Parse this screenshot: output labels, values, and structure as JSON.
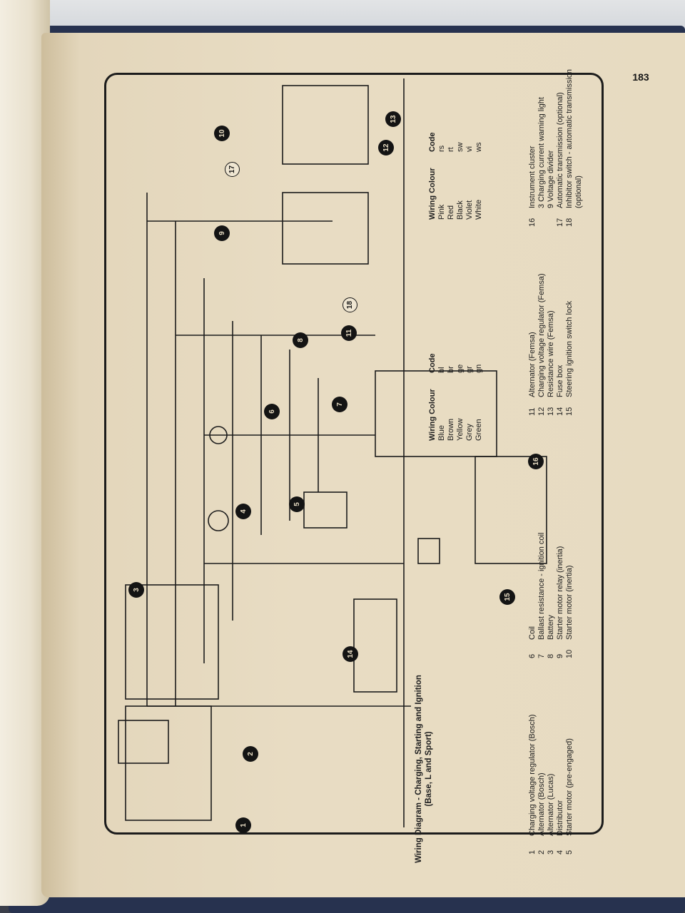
{
  "page": {
    "number": "183"
  },
  "diagram": {
    "title_line1": "Wiring Diagram - Charging, Starting and Ignition",
    "title_line2": "(Base, L and Sport)",
    "component_badges": [
      "1",
      "2",
      "3",
      "4",
      "5",
      "6",
      "7",
      "8",
      "9",
      "10",
      "11",
      "12",
      "13",
      "14",
      "15",
      "16",
      "17",
      "18"
    ]
  },
  "key": [
    {
      "num": "1",
      "label": "Charging voltage regulator (Bosch)"
    },
    {
      "num": "2",
      "label": "Alternator (Bosch)"
    },
    {
      "num": "3",
      "label": "Alternator (Lucas)"
    },
    {
      "num": "4",
      "label": "Distributor"
    },
    {
      "num": "5",
      "label": "Starter motor (pre-engaged)"
    },
    {
      "num": "6",
      "label": "Coil"
    },
    {
      "num": "7",
      "label": "Ballast resistance - ignition coil"
    },
    {
      "num": "8",
      "label": "Battery"
    },
    {
      "num": "9",
      "label": "Starter motor relay (inertia)"
    },
    {
      "num": "10",
      "label": "Starter motor (inertia)"
    },
    {
      "num": "11",
      "label": "Alternator (Femsa)"
    },
    {
      "num": "12",
      "label": "Charging voltage regulator (Femsa)"
    },
    {
      "num": "13",
      "label": "Resistance wire (Femsa)"
    },
    {
      "num": "14",
      "label": "Fuse box"
    },
    {
      "num": "15",
      "label": "Steering ignition switch lock"
    },
    {
      "num": "16",
      "label": "Instrument cluster"
    },
    {
      "num": "",
      "label": "3 Charging current warning light"
    },
    {
      "num": "",
      "label": "9 Voltage divider"
    },
    {
      "num": "17",
      "label": "Automatic transmission (optional)"
    },
    {
      "num": "18",
      "label": "Inhibitor switch - automatic transmission"
    },
    {
      "num": "",
      "label": "(optional)"
    }
  ],
  "wiring_legend_1": {
    "header_colour": "Wiring Colour",
    "header_code": "Code",
    "rows": [
      {
        "colour": "Blue",
        "code": "bl"
      },
      {
        "colour": "Brown",
        "code": "br"
      },
      {
        "colour": "Yellow",
        "code": "ge"
      },
      {
        "colour": "Grey",
        "code": "gr"
      },
      {
        "colour": "Green",
        "code": "gn"
      }
    ]
  },
  "wiring_legend_2": {
    "header_colour": "Wiring Colour",
    "header_code": "Code",
    "rows": [
      {
        "colour": "Pink",
        "code": "rs"
      },
      {
        "colour": "Red",
        "code": "rt"
      },
      {
        "colour": "Black",
        "code": "sw"
      },
      {
        "colour": "Violet",
        "code": "vi"
      },
      {
        "colour": "White",
        "code": "ws"
      }
    ]
  },
  "colors": {
    "ink": "#1c1c1c",
    "paper": "#e8dcc3",
    "cover": "#27324f"
  }
}
